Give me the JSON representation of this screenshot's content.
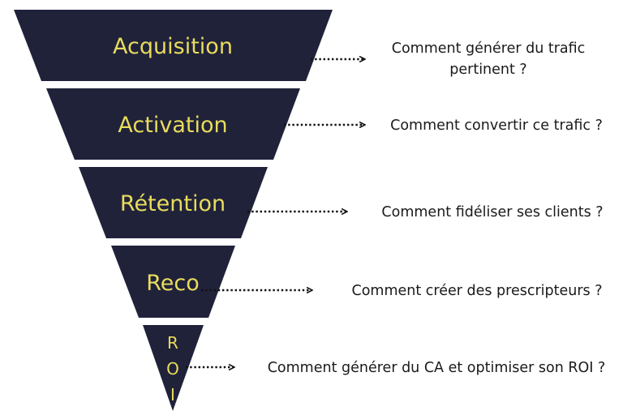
{
  "colors": {
    "segment_fill": "#20223a",
    "label_color": "#e8dc5c",
    "arrow_color": "#111111",
    "text_color": "#1a1a1a"
  },
  "funnel": {
    "stages": [
      {
        "label": "Acquisition",
        "question": [
          "Comment générer du trafic",
          "pertinent ?"
        ]
      },
      {
        "label": "Activation",
        "question": [
          "Comment convertir ce trafic ?"
        ]
      },
      {
        "label": "Rétention",
        "question": [
          "Comment fidéliser ses clients ?"
        ]
      },
      {
        "label": "Reco",
        "question": [
          "Comment créer des prescripteurs ?"
        ]
      },
      {
        "label": "ROI",
        "question": [
          "Comment générer du CA et optimiser son ROI ?"
        ]
      }
    ]
  }
}
